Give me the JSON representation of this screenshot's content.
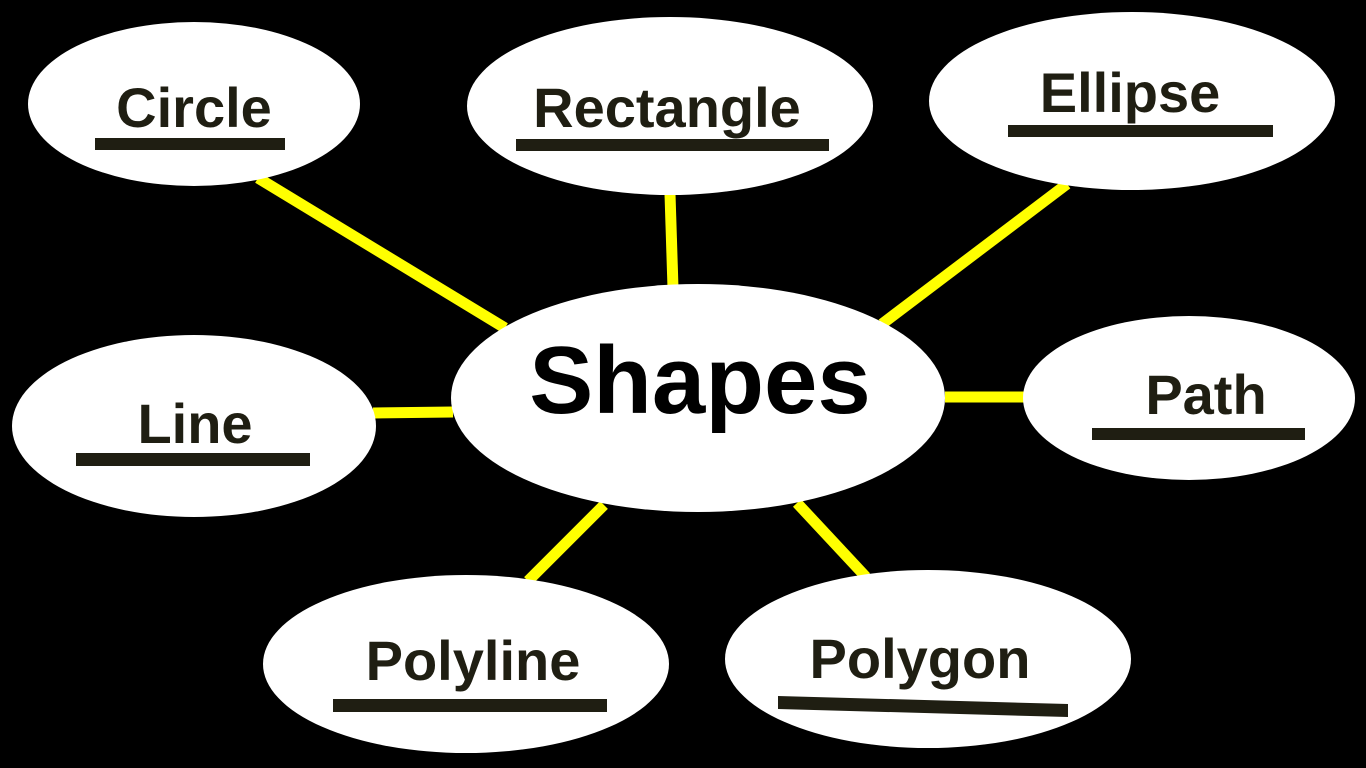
{
  "diagram": {
    "center": {
      "label": "Shapes"
    },
    "nodes": [
      {
        "id": "circle",
        "label": "Circle"
      },
      {
        "id": "rectangle",
        "label": "Rectangle"
      },
      {
        "id": "ellipse",
        "label": "Ellipse"
      },
      {
        "id": "path",
        "label": "Path"
      },
      {
        "id": "polygon",
        "label": "Polygon"
      },
      {
        "id": "polyline",
        "label": "Polyline"
      },
      {
        "id": "line",
        "label": "Line"
      }
    ]
  },
  "colors": {
    "background": "#000000",
    "connector": "#ffff00",
    "node_fill": "#ffffff",
    "text": "#1f1e12"
  }
}
